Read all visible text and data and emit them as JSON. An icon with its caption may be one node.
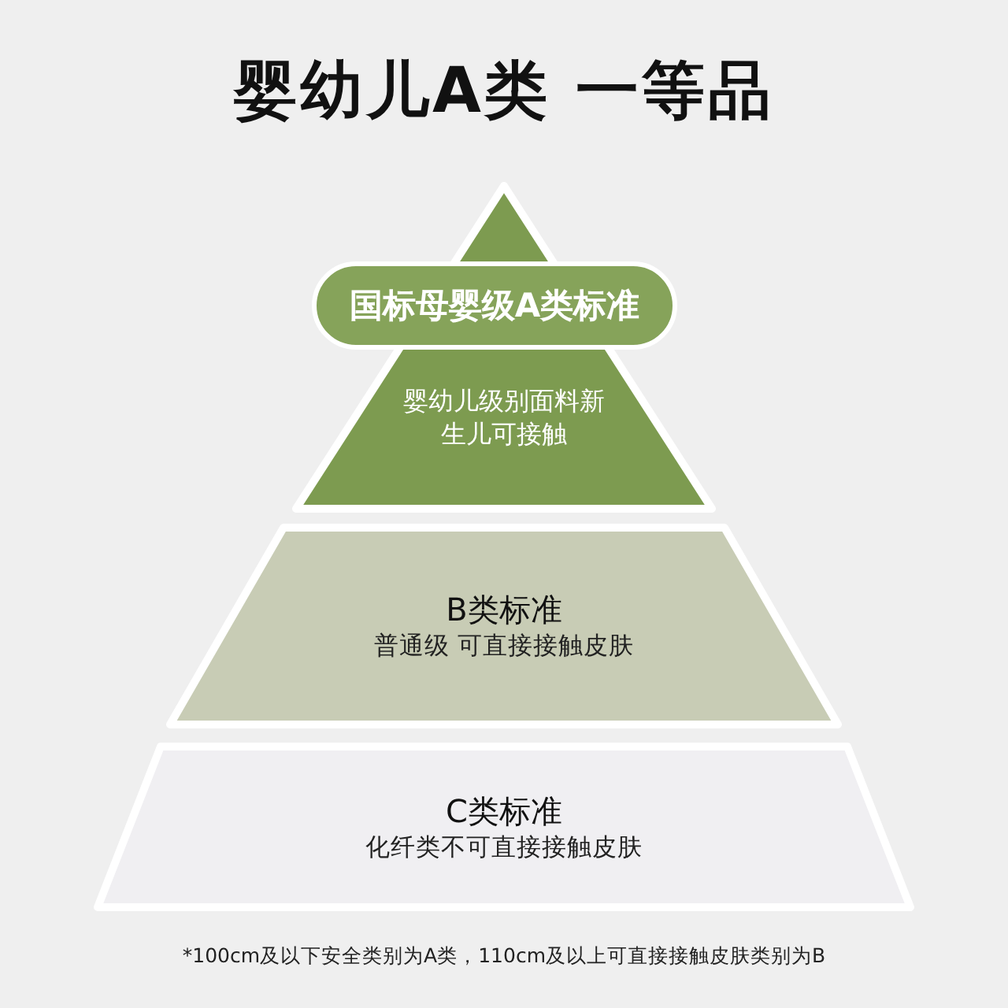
{
  "diagram": {
    "title": "婴幼儿A类 一等品",
    "nodes": [
      {
        "text": [
          "国标母婴级A类标准"
        ],
        "in": 1
      },
      {
        "text": [
          "婴幼儿级别面料新生儿可接触"
        ]
      },
      {
        "text": [
          "B类标准",
          "普通级 可直接接触皮肤"
        ]
      },
      {
        "text": [
          "C类标准",
          "化纤类不可直接接触皮肤"
        ]
      }
    ],
    "caption": "*100cm及以下安全类别为A类，110cm及以上可直接接触皮肤类别为B"
  }
}
